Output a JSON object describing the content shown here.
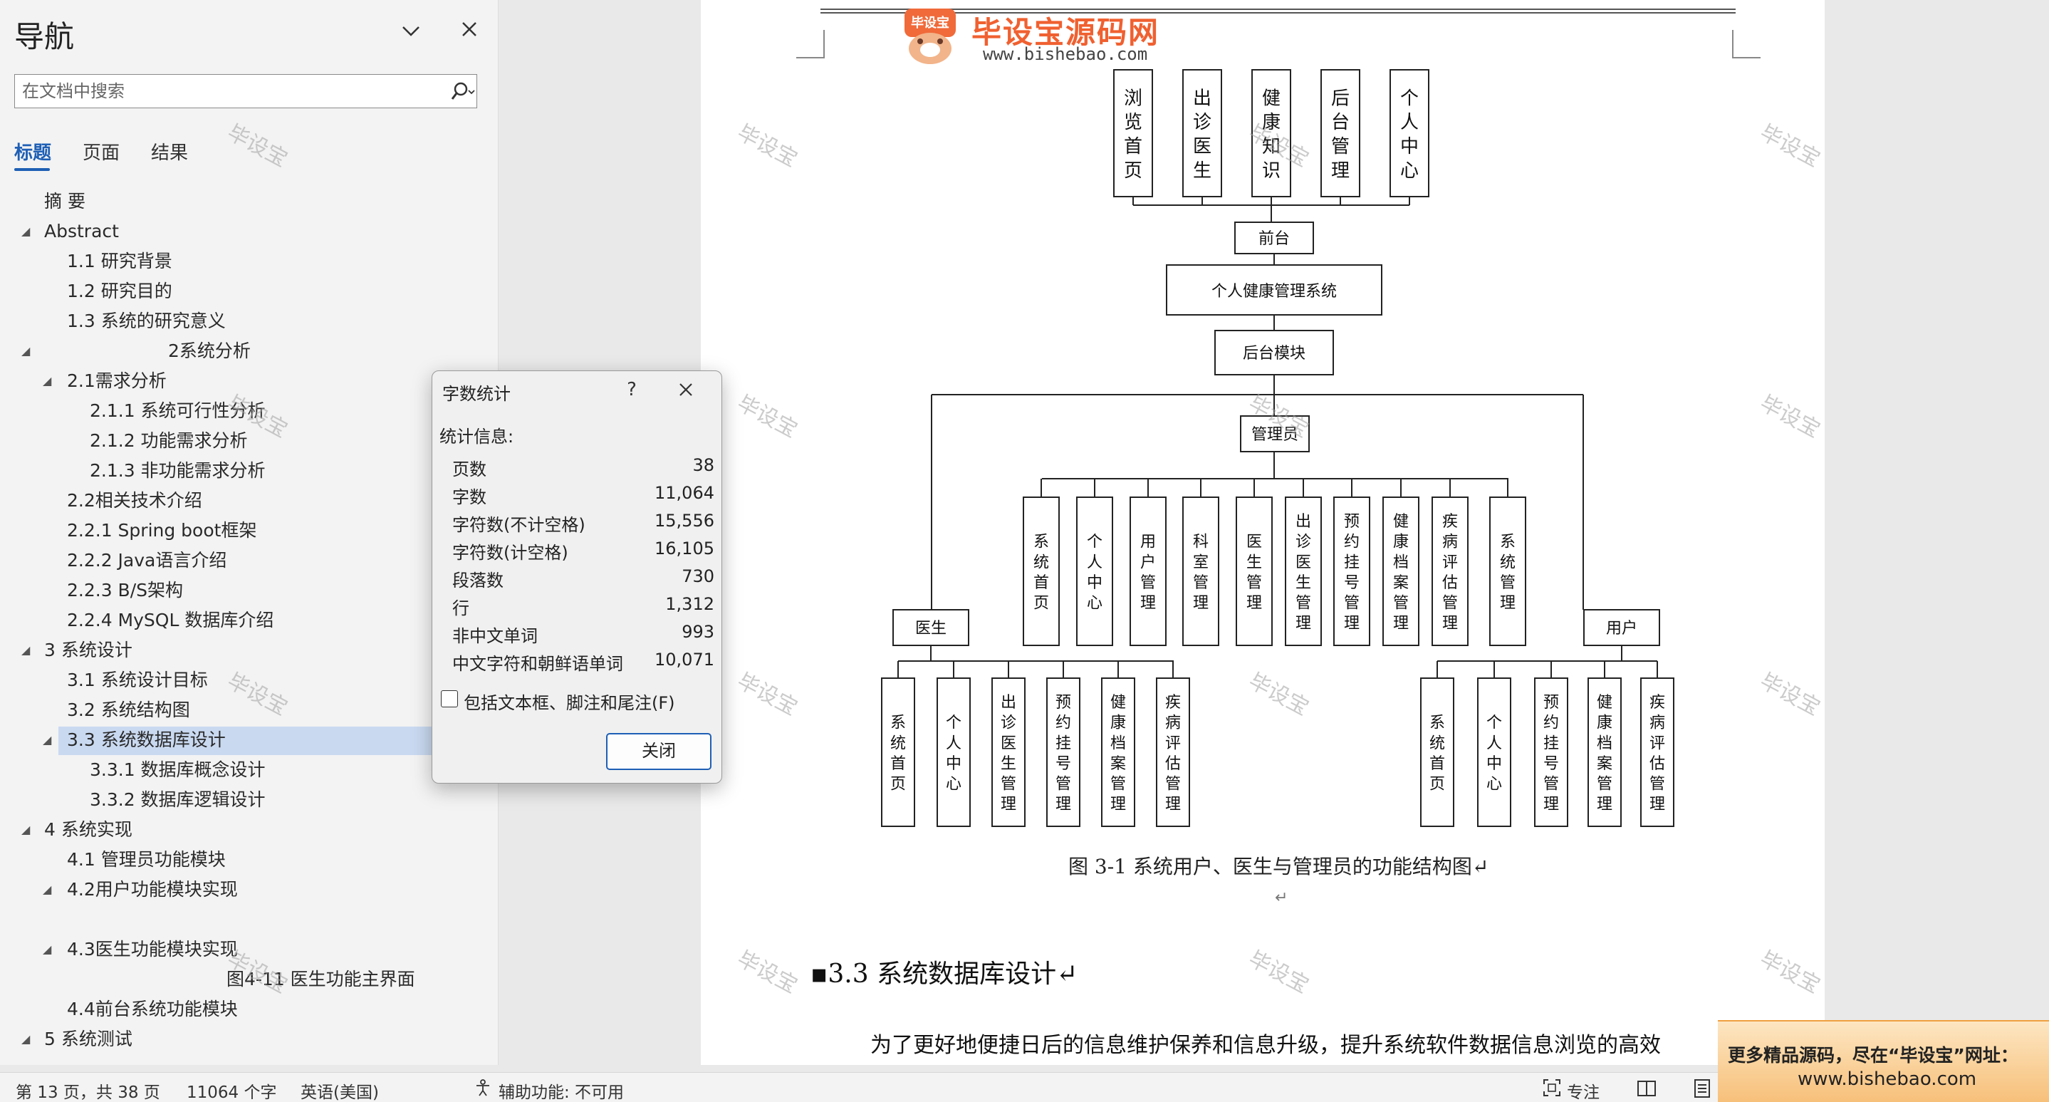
{
  "nav": {
    "title": "导航",
    "search_placeholder": "在文档中搜索",
    "tabs": [
      "标题",
      "页面",
      "结果"
    ],
    "tree": [
      {
        "label": "摘  要",
        "level": 0
      },
      {
        "label": "Abstract",
        "level": 0
      },
      {
        "label": "1.1 研究背景",
        "level": 1
      },
      {
        "label": "1.2 研究目的",
        "level": 1
      },
      {
        "label": "1.3 系统的研究意义",
        "level": 1
      },
      {
        "label": "2系统分析",
        "level": 0
      },
      {
        "label": "2.1需求分析",
        "level": 1
      },
      {
        "label": "2.1.1 系统可行性分析",
        "level": 2
      },
      {
        "label": "2.1.2 功能需求分析",
        "level": 2
      },
      {
        "label": "2.1.3 非功能需求分析",
        "level": 2
      },
      {
        "label": "2.2相关技术介绍",
        "level": 1
      },
      {
        "label": "2.2.1 Spring boot框架",
        "level": 1
      },
      {
        "label": "2.2.2 Java语言介绍",
        "level": 1
      },
      {
        "label": "2.2.3 B/S架构",
        "level": 1
      },
      {
        "label": "2.2.4 MySQL 数据库介绍",
        "level": 1
      },
      {
        "label": "3 系统设计",
        "level": 0
      },
      {
        "label": "3.1 系统设计目标",
        "level": 1
      },
      {
        "label": "3.2 系统结构图",
        "level": 1
      },
      {
        "label": "3.3 系统数据库设计",
        "level": 1
      },
      {
        "label": "3.3.1 数据库概念设计",
        "level": 2
      },
      {
        "label": "3.3.2 数据库逻辑设计",
        "level": 2
      },
      {
        "label": "4 系统实现",
        "level": 0
      },
      {
        "label": "4.1  管理员功能模块",
        "level": 1
      },
      {
        "label": "4.2用户功能模块实现",
        "level": 1
      },
      {
        "label": "4.3医生功能模块实现",
        "level": 1
      },
      {
        "label": "图4-11 医生功能主界面",
        "level": 3
      },
      {
        "label": "4.4前台系统功能模块",
        "level": 1
      },
      {
        "label": "5 系统测试",
        "level": 0
      }
    ]
  },
  "dialog": {
    "title": "字数统计",
    "help": "?",
    "stats_label": "统计信息:",
    "stats": [
      {
        "name": "页数",
        "value": "38"
      },
      {
        "name": "字数",
        "value": "11,064"
      },
      {
        "name": "字符数(不计空格)",
        "value": "15,556"
      },
      {
        "name": "字符数(计空格)",
        "value": "16,105"
      },
      {
        "name": "段落数",
        "value": "730"
      },
      {
        "name": "行",
        "value": "1,312"
      },
      {
        "name": "非中文单词",
        "value": "993"
      },
      {
        "name": "中文字符和朝鲜语单词",
        "value": "10,071"
      }
    ],
    "checkbox_label": "包括文本框、脚注和尾注(F)",
    "close_button": "关闭"
  },
  "document": {
    "logo_title": "毕设宝源码网",
    "logo_badge": "毕设宝",
    "logo_url": "www.bishebao.com",
    "watermark": "毕设宝",
    "diagram": {
      "front_modules": [
        "浏览首页",
        "出诊医生",
        "健康知识",
        "后台管理",
        "个人中心"
      ],
      "front": "前台",
      "system": "个人健康管理系统",
      "backend": "后台模块",
      "admin": "管理员",
      "admin_modules": [
        "系统首页",
        "个人中心",
        "用户管理",
        "科室管理",
        "医生管理",
        "出诊医生管理",
        "预约挂号管理",
        "健康档案管理",
        "疾病评估管理",
        "系统管理"
      ],
      "doctor": "医生",
      "doctor_modules": [
        "系统首页",
        "个人中心",
        "出诊医生管理",
        "预约挂号管理",
        "健康档案管理",
        "疾病评估管理"
      ],
      "user": "用户",
      "user_modules": [
        "系统首页",
        "个人中心",
        "预约挂号管理",
        "健康档案管理",
        "疾病评估管理"
      ]
    },
    "figure_caption": "图 3-1  系统用户、医生与管理员的功能结构图↵",
    "para_mark": "↵",
    "heading": "▪3.3  系统数据库设计↵",
    "body": "为了更好地便捷日后的信息维护保养和信息升级，提升系统软件数据信息浏览的高效"
  },
  "statusbar": {
    "page": "第 13 页，共 38 页",
    "words": "11064 个字",
    "language": "英语(美国)",
    "accessibility": "辅助功能: 不可用",
    "focus": "专注"
  },
  "ad": {
    "line1": "更多精品源码，尽在“毕设宝”网址：",
    "line2": "www.bishebao.com"
  }
}
